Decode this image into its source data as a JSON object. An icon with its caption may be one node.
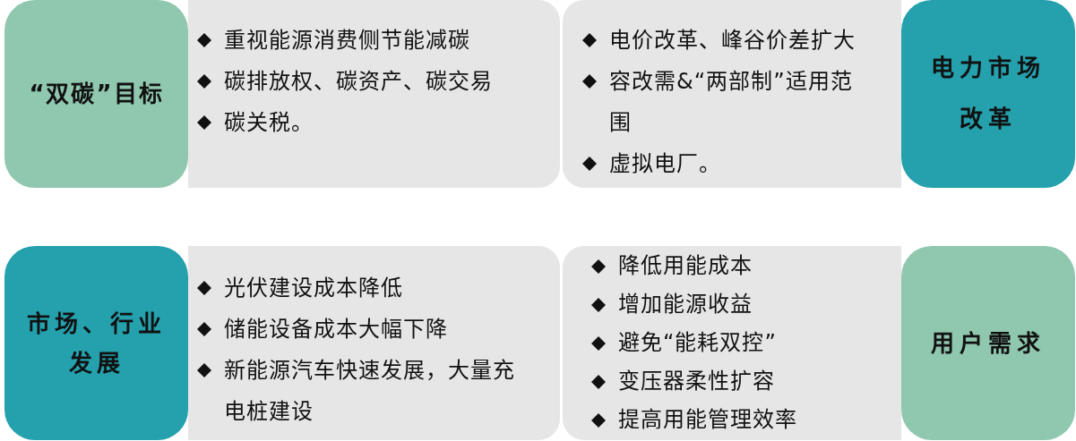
{
  "diagram": {
    "nodes": [
      {
        "text": [
          "“双碳”目标"
        ]
      },
      {
        "text": [
          "重视能源消费侧节能减碳",
          "碳排放权、碳资产、碳交易",
          "碳关税。"
        ]
      },
      {
        "text": [
          "电价改革、峰谷价差扩大",
          "容改需&“两部制”适用范围",
          "虚拟电厂。"
        ]
      },
      {
        "text": [
          "电力市场改革"
        ]
      },
      {
        "text": [
          "市场、行业发展"
        ]
      },
      {
        "text": [
          "光伏建设成本降低",
          "储能设备成本大幅下降",
          "新能源汽车快速发展，大量充电桩建设"
        ]
      },
      {
        "text": [
          "降低用能成本",
          "增加能源收益",
          "避免“能耗双控”",
          "变压器柔性扩容",
          "提高用能管理效率"
        ]
      },
      {
        "text": [
          "用户需求"
        ]
      }
    ]
  }
}
